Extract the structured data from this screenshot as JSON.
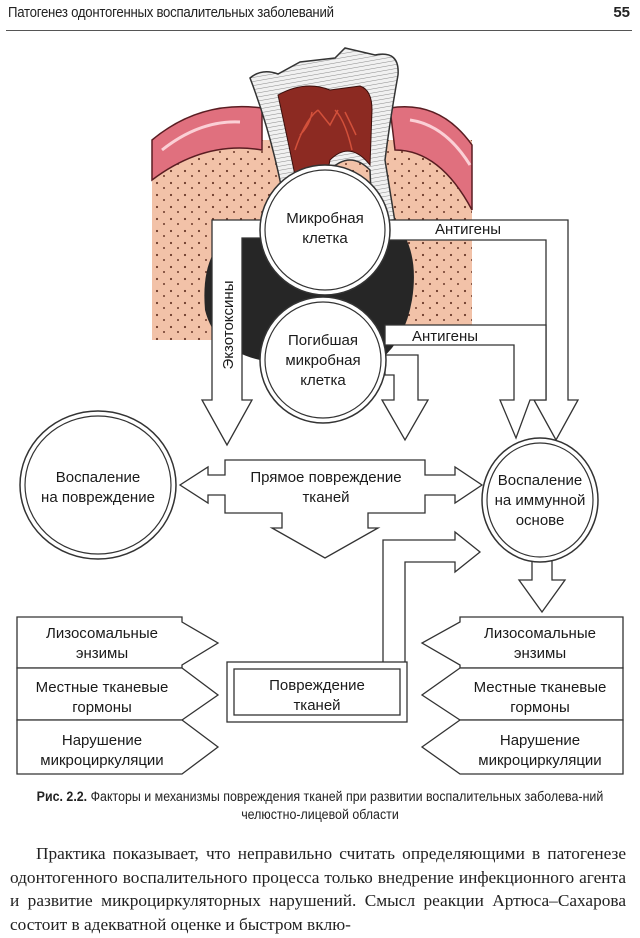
{
  "header": {
    "running_title": "Патогенез одонтогенных воспалительных заболеваний",
    "page_number": "55"
  },
  "figure": {
    "nodes": {
      "microbial_cell": [
        "Микробная",
        "клетка"
      ],
      "dead_microbial_cell": [
        "Погибшая",
        "микробная",
        "клетка"
      ],
      "inflammation_damage": [
        "Воспаление",
        "на повреждение"
      ],
      "inflammation_immune": [
        "Воспаление",
        "на иммунной",
        "основе"
      ],
      "direct_damage": [
        "Прямое повреждение",
        "тканей"
      ],
      "tissue_damage": [
        "Повреждение",
        "тканей"
      ]
    },
    "arrow_labels": {
      "exotoxins": "Экзотоксины",
      "antigens_1": "Антигены",
      "antigens_2": "Антигены"
    },
    "left_factors": [
      [
        "Лизосомальные",
        "энзимы"
      ],
      [
        "Местные тканевые",
        "гормоны"
      ],
      [
        "Нарушение",
        "микроциркуляции"
      ]
    ],
    "right_factors": [
      [
        "Лизосомальные",
        "энзимы"
      ],
      [
        "Местные тканевые",
        "гормоны"
      ],
      [
        "Нарушение",
        "микроциркуляции"
      ]
    ],
    "colors": {
      "gum": "#e0707e",
      "bone": "#f2c2a8",
      "pulp": "#8c2a22",
      "vessels": "#d2503a",
      "abscess": "#262626",
      "enamel": "#d9d9d9"
    }
  },
  "caption": {
    "label": "Рис. 2.2.",
    "text": "Факторы и механизмы повреждения тканей при развитии воспалительных заболева-ний челюстно-лицевой области"
  },
  "body": {
    "paragraph": "Практика показывает, что неправильно считать определяющими в патогенезе одонтогенного воспалительного процесса только внедрение инфекционного агента и развитие микроциркуляторных нарушений. Смысл реакции Артюса–Сахарова состоит в адекватной оценке и быстром вклю-"
  }
}
